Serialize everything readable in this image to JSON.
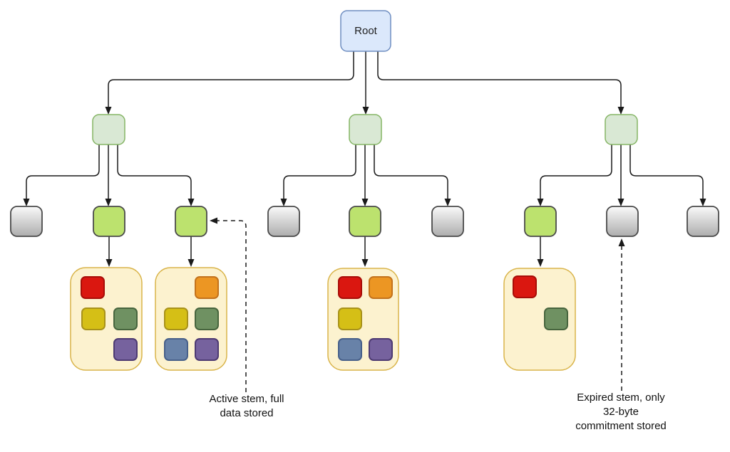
{
  "root": {
    "label": "Root"
  },
  "annotations": {
    "active_stem": "Active stem, full\ndata stored",
    "expired_stem": "Expired stem, only\n32-byte\ncommitment stored"
  },
  "colors": {
    "root_fill": "#dbe8fb",
    "root_stroke": "#6f8ec1",
    "branch_fill": "#d9e8d4",
    "branch_stroke": "#85b565",
    "active_stem_fill": "#bce26e",
    "stem_stroke": "#4a4a4a",
    "expired_fill_top": "#fafafa",
    "expired_fill_bottom": "#adadad",
    "leaf_container_fill": "#fcf2cf",
    "leaf_container_stroke": "#d9b44a",
    "connector": "#1a1a1a",
    "leaf_red": "#da1710",
    "leaf_red_border": "#a80d08",
    "leaf_orange": "#ec9623",
    "leaf_orange_border": "#c3721c",
    "leaf_yellow": "#d5bf16",
    "leaf_yellow_border": "#a8921a",
    "leaf_green": "#6f9162",
    "leaf_green_border": "#47653e",
    "leaf_blue": "#6882a8",
    "leaf_blue_border": "#47608a",
    "leaf_purple": "#76629e",
    "leaf_purple_border": "#4d3a72"
  },
  "structure": {
    "type": "tree",
    "levels": [
      "root",
      "branch nodes",
      "stem nodes",
      "leaf groups"
    ],
    "branches": [
      {
        "stems": [
          "expired",
          "active",
          "active"
        ]
      },
      {
        "stems": [
          "expired",
          "active",
          "expired"
        ]
      },
      {
        "stems": [
          "active",
          "expired",
          "expired"
        ]
      }
    ],
    "leaf_groups": [
      {
        "parent": "branch-1 stem-2",
        "values": [
          "red",
          "yellow",
          "green",
          "purple"
        ]
      },
      {
        "parent": "branch-1 stem-3",
        "values": [
          "orange",
          "yellow",
          "green",
          "blue",
          "purple"
        ]
      },
      {
        "parent": "branch-2 stem-2",
        "values": [
          "red",
          "orange",
          "yellow",
          "blue",
          "purple"
        ]
      },
      {
        "parent": "branch-3 stem-1",
        "values": [
          "red",
          "green"
        ]
      }
    ],
    "callouts": [
      {
        "target": "branch-1 stem-3",
        "note": "Active stem, full data stored"
      },
      {
        "target": "branch-3 stem-2",
        "note": "Expired stem, only 32-byte commitment stored"
      }
    ]
  }
}
